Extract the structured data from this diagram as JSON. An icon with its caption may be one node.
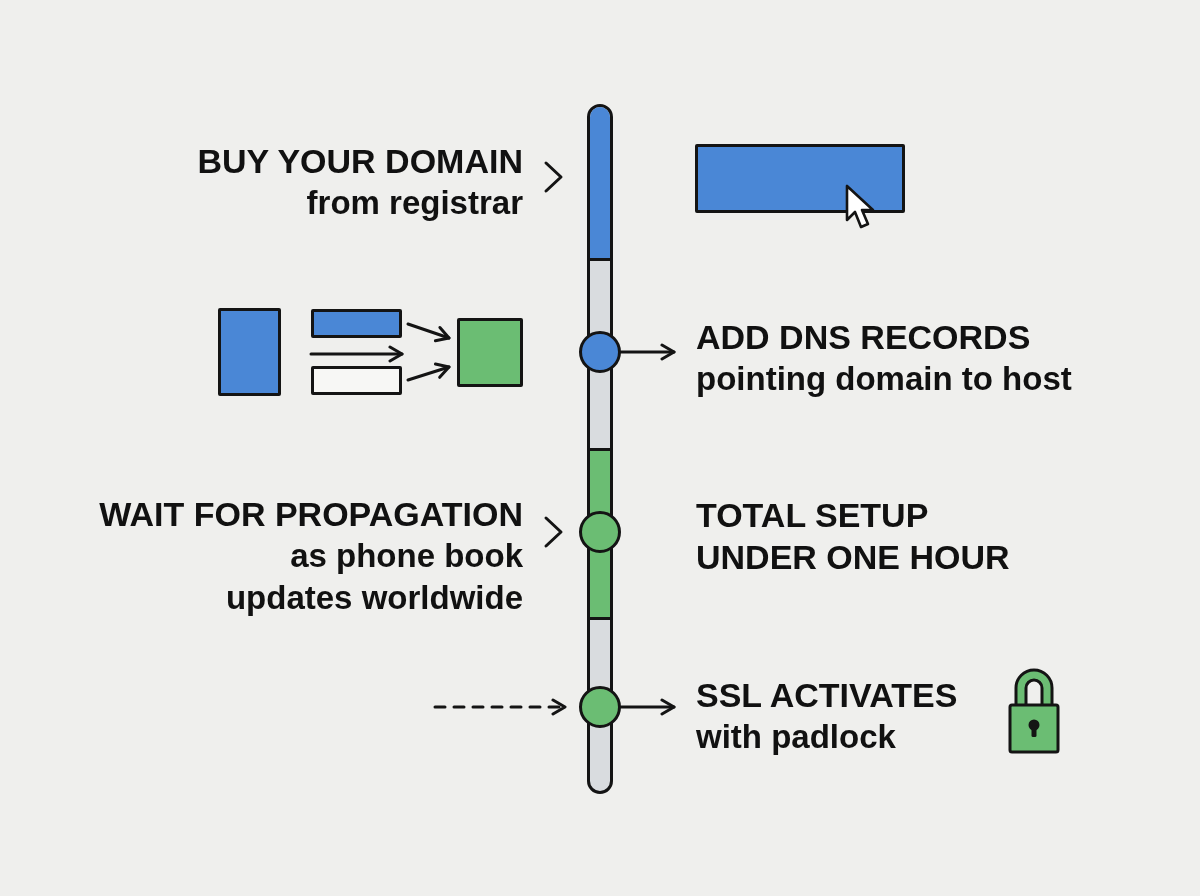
{
  "diagram": {
    "nodes": [
      {
        "text": [
          "BUY YOUR DOMAIN",
          "from registrar"
        ]
      },
      {
        "text": [],
        "shape": "bar"
      },
      {
        "text": [],
        "shape": "box"
      },
      {
        "text": [],
        "shape": "box"
      },
      {
        "text": [],
        "shape": "box"
      },
      {
        "text": [],
        "shape": "box"
      },
      {
        "text": [],
        "shape": "circle"
      },
      {
        "text": [
          "ADD DNS RECORDS",
          "pointing domain to host"
        ]
      },
      {
        "text": [
          "WAIT FOR PROPAGATION",
          "as phone book updates worldwide"
        ]
      },
      {
        "text": [],
        "shape": "circle"
      },
      {
        "text": [
          "TOTAL SETUP UNDER ONE HOUR"
        ]
      },
      {
        "text": [],
        "shape": "circle"
      },
      {
        "text": [
          "SSL ACTIVATES",
          "with padlock"
        ]
      }
    ],
    "edges": [
      {
        "from": 3,
        "to": 5,
        "arrow": "to"
      },
      {
        "from": 4,
        "to": 5,
        "arrow": "to"
      },
      {
        "from": 6,
        "to": 7,
        "arrow": "to"
      },
      {
        "from": null,
        "to": 11,
        "arrow": "to",
        "style": "dashed"
      },
      {
        "from": 11,
        "to": 12,
        "arrow": "to"
      }
    ]
  }
}
